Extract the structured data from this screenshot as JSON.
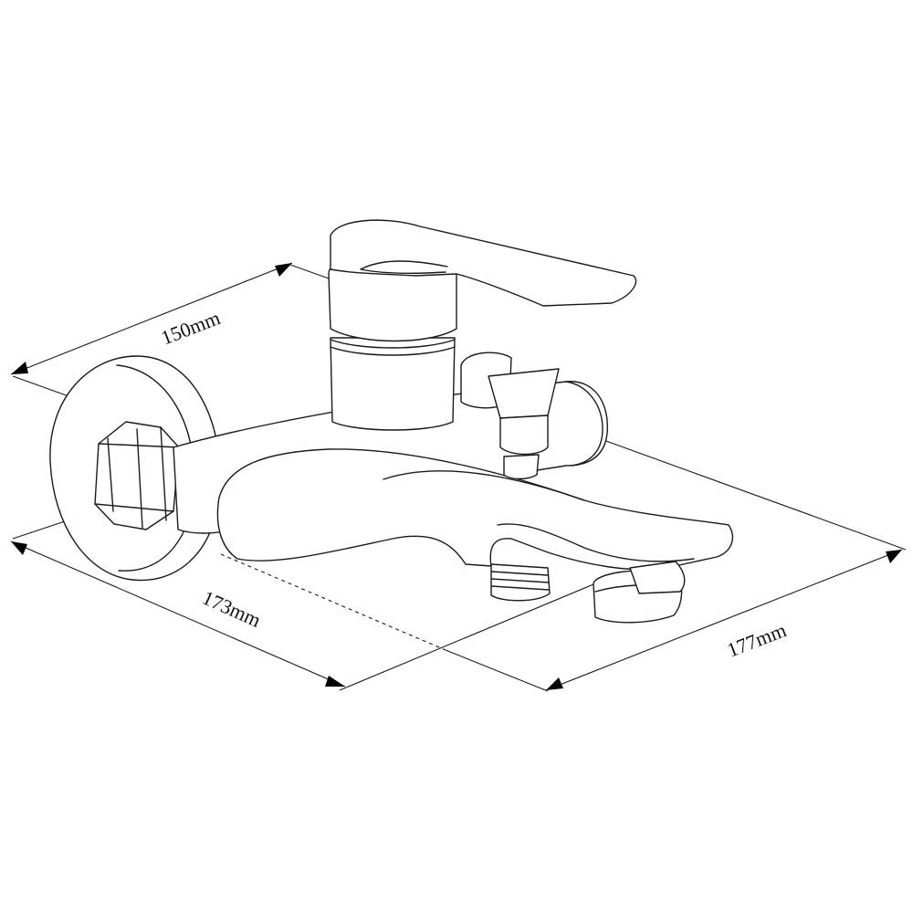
{
  "dimensions": {
    "depth_label": "150mm",
    "width_label": "173mm",
    "length_label": "177mm"
  },
  "colors": {
    "line": "#1a1a1a",
    "background": "#ffffff",
    "arrow": "#000000"
  }
}
